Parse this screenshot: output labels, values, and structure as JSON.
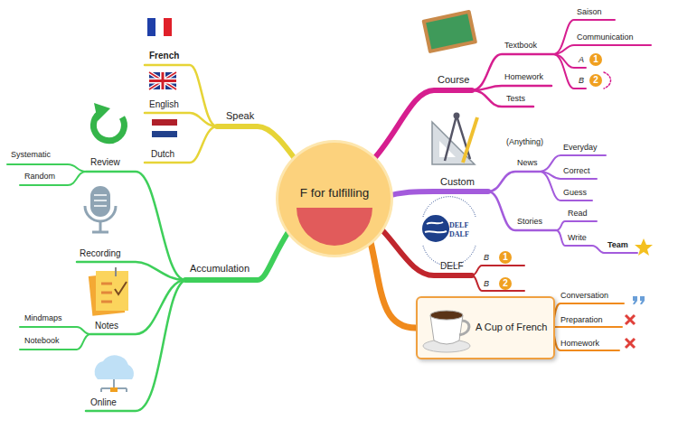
{
  "diagram": {
    "nodes": [
      {
        "text": [
          "F for fulfilling"
        ]
      },
      {
        "text": [
          "A Cup of French"
        ]
      }
    ],
    "edges": [
      {
        "from": 0,
        "to": 1,
        "arrow": "none"
      }
    ],
    "labels": [
      "French",
      "English",
      "Dutch",
      "Speak",
      "Review",
      "Systematic",
      "Random",
      "Recording",
      "Accumulation",
      "Notes",
      "Mindmaps",
      "Notebook",
      "Online",
      "Course",
      "Textbook",
      "Saison",
      "Communication",
      "A",
      "1",
      "B",
      "2",
      "Homework",
      "Tests",
      "Custom",
      "(Anything)",
      "News",
      "Everyday",
      "Correct",
      "Guess",
      "Stories",
      "Read",
      "Write",
      "Team",
      "DELF",
      "B",
      "1",
      "B",
      "2",
      "Conversation",
      "Preparation",
      "Homework",
      "DELF",
      "DALF"
    ]
  }
}
